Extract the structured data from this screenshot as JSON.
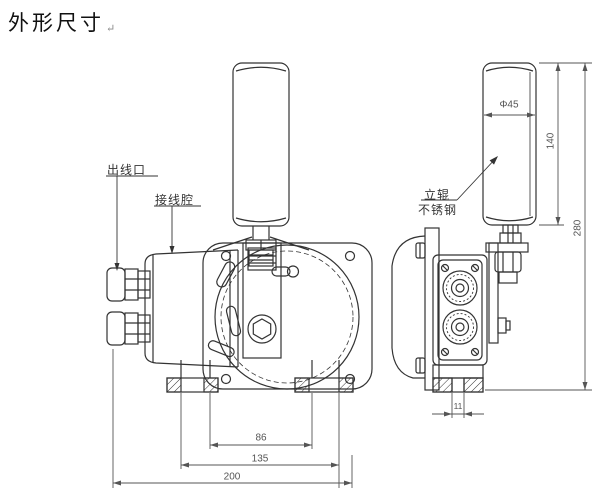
{
  "title": {
    "text": "外形尺寸",
    "paragraph_mark": "↵"
  },
  "left_view": {
    "labels": {
      "cable_outlet": "出线口",
      "wiring_chamber": "接线腔"
    },
    "dimensions": {
      "feet_inner_spacing": "86",
      "feet_outer_spacing": "135",
      "overall_depth": "200"
    }
  },
  "right_view": {
    "labels": {
      "roller_name": "立辊",
      "roller_material": "不锈钢"
    },
    "dimensions": {
      "roller_diameter": "Φ45",
      "roller_length": "140",
      "overall_height": "280",
      "base_slot_width": "11"
    }
  },
  "colors": {
    "background": "#ffffff",
    "line": "#333333",
    "dimension_line": "#555555",
    "text": "#222222"
  }
}
